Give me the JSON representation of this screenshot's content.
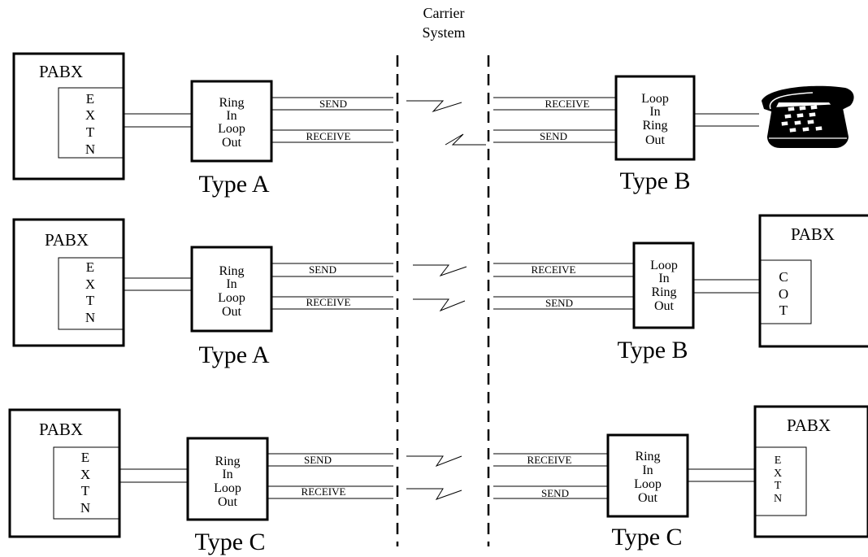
{
  "carrier": {
    "line1": "Carrier",
    "line2": "System"
  },
  "rows": [
    {
      "left_pabx": {
        "label": "PABX",
        "inner": [
          "E",
          "X",
          "T",
          "N"
        ]
      },
      "left_unit": {
        "lines": [
          "Ring",
          "In",
          "Loop",
          "Out"
        ],
        "type": "Type A"
      },
      "left_send": "SEND",
      "left_receive": "RECEIVE",
      "right_receive": "RECEIVE",
      "right_send": "SEND",
      "right_unit": {
        "lines": [
          "Loop",
          "In",
          "Ring",
          "Out"
        ],
        "type": "Type B"
      },
      "right_endpoint": {
        "kind": "telephone-icon"
      }
    },
    {
      "left_pabx": {
        "label": "PABX",
        "inner": [
          "E",
          "X",
          "T",
          "N"
        ]
      },
      "left_unit": {
        "lines": [
          "Ring",
          "In",
          "Loop",
          "Out"
        ],
        "type": "Type A"
      },
      "left_send": "SEND",
      "left_receive": "RECEIVE",
      "right_receive": "RECEIVE",
      "right_send": "SEND",
      "right_unit": {
        "lines": [
          "Loop",
          "In",
          "Ring",
          "Out"
        ],
        "type": "Type B"
      },
      "right_endpoint": {
        "kind": "pabx",
        "label": "PABX",
        "inner": [
          "C",
          "O",
          "T"
        ]
      }
    },
    {
      "left_pabx": {
        "label": "PABX",
        "inner": [
          "E",
          "X",
          "T",
          "N"
        ]
      },
      "left_unit": {
        "lines": [
          "Ring",
          "In",
          "Loop",
          "Out"
        ],
        "type": "Type C"
      },
      "left_send": "SEND",
      "left_receive": "RECEIVE",
      "right_receive": "RECEIVE",
      "right_send": "SEND",
      "right_unit": {
        "lines": [
          "Ring",
          "In",
          "Loop",
          "Out"
        ],
        "type": "Type C"
      },
      "right_endpoint": {
        "kind": "pabx",
        "label": "PABX",
        "inner": [
          "E",
          "X",
          "T",
          "N"
        ]
      }
    }
  ]
}
